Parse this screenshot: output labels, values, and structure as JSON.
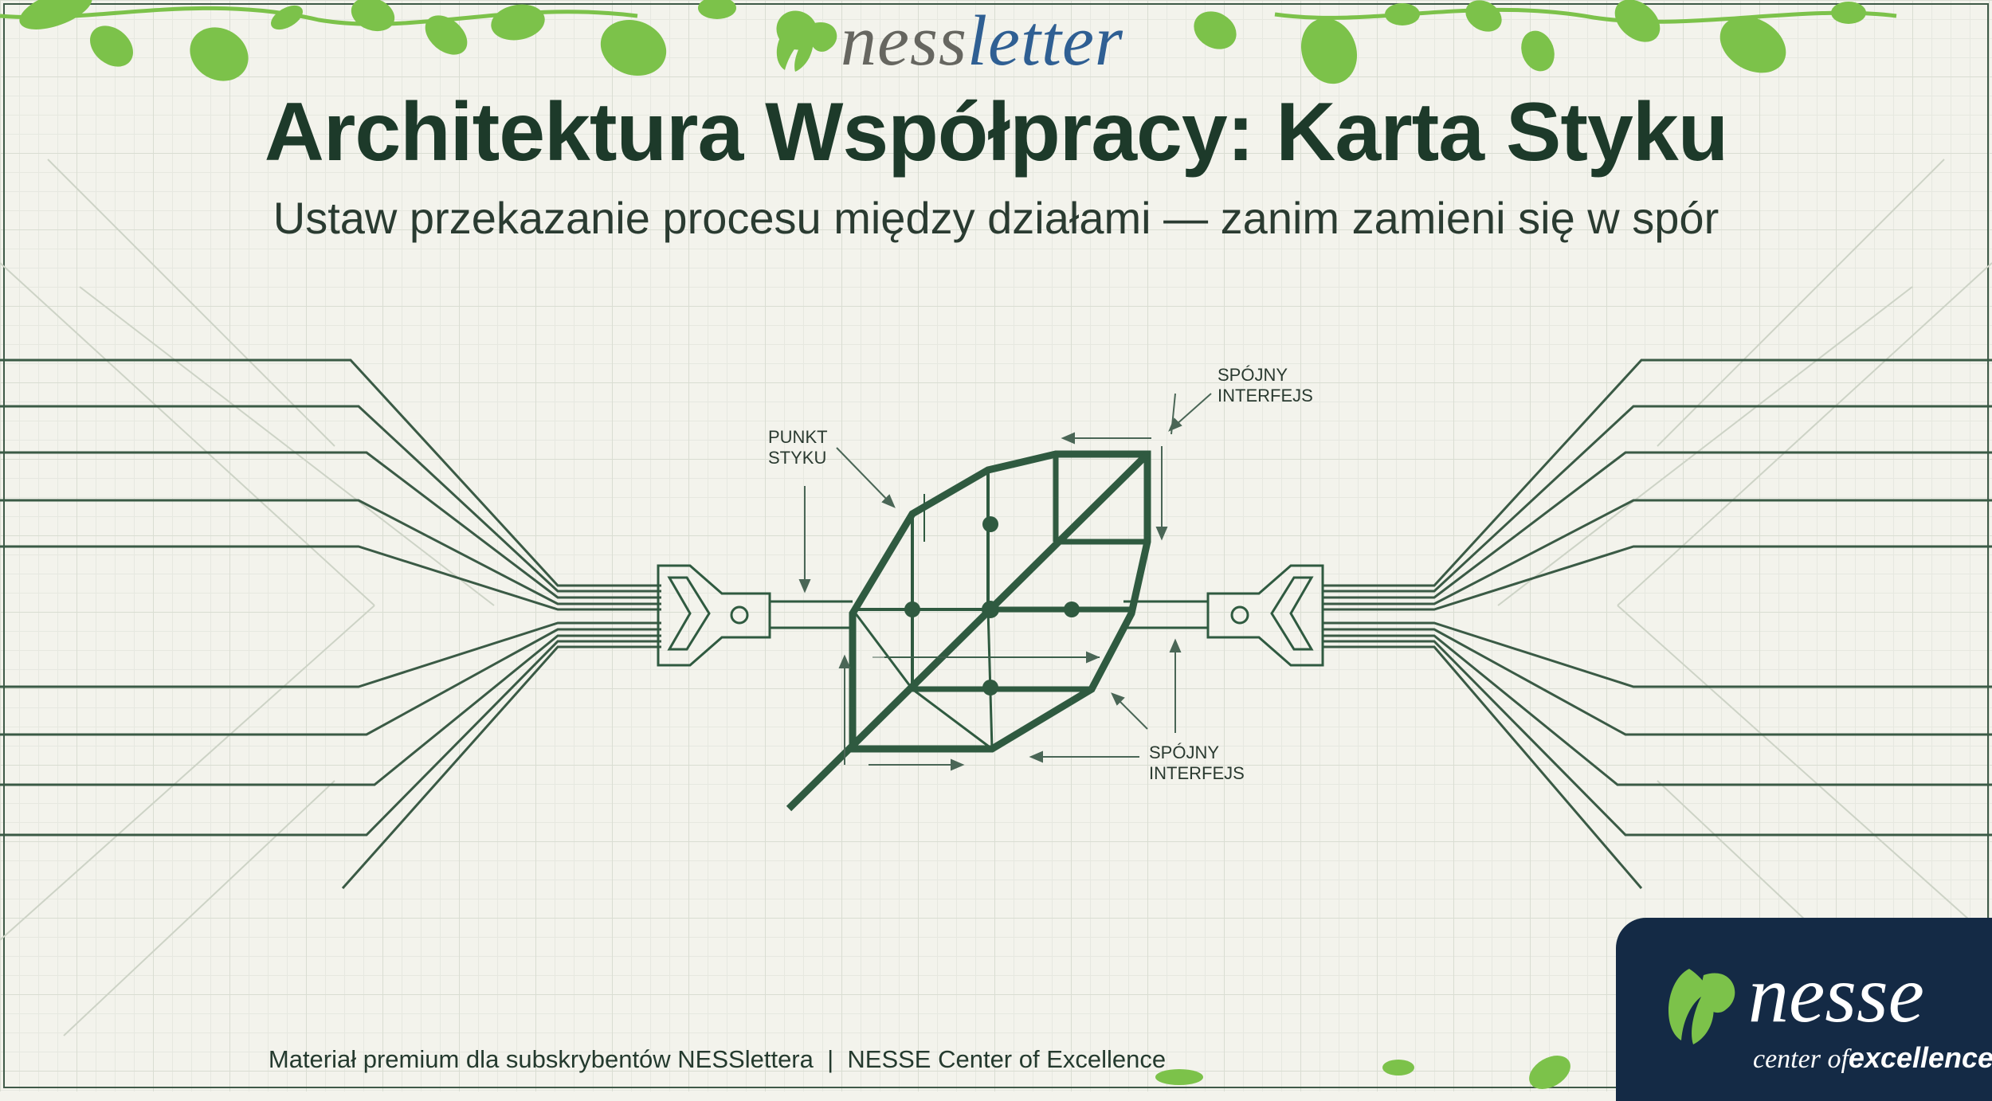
{
  "header": {
    "brand_part1": "ness",
    "brand_part2": "letter",
    "title": "Architektura Współpracy: Karta Styku",
    "subtitle": "Ustaw przekazanie procesu między działami — zanim zamieni się w spór"
  },
  "diagram": {
    "labels": {
      "contact_point": [
        "PUNKT",
        "STYKU"
      ],
      "interface_top": [
        "SPÓJNY",
        "INTERFEJS"
      ],
      "interface_bottom": [
        "SPÓJNY",
        "INTERFEJS"
      ]
    }
  },
  "footer": {
    "text": "Materiał premium dla subskrybentów NESSlettera  |  NESSE Center of Excellence"
  },
  "badge": {
    "name": "nesse",
    "tagline_regular": "center of",
    "tagline_bold": "excellence"
  },
  "colors": {
    "background": "#f3f3ec",
    "ink": "#2f5a40",
    "title": "#1d3a2a",
    "brand_grey": "#666660",
    "brand_blue": "#2f5f93",
    "leaf_green": "#7cc24a",
    "badge_navy": "#142a45"
  }
}
